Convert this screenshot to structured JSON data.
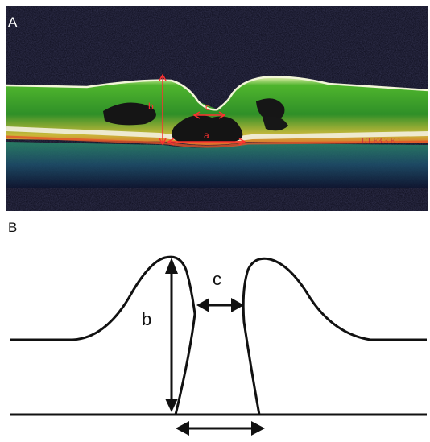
{
  "panels": {
    "top_label": "A",
    "bottom_label": "B"
  },
  "oct_image": {
    "measurement_labels": {
      "a": "a",
      "b": "b",
      "c": "c"
    },
    "edge_text": "1/1 E3 3 E 1",
    "colors": {
      "background": "#0a0a16",
      "retina_green": "#3aa12a",
      "retina_yellow": "#d9c93a",
      "rpe_white": "#f3efe0",
      "cyst_dark": "#141414",
      "measure_red": "#ff3030"
    }
  },
  "schematic": {
    "labels": {
      "b": "b",
      "c": "c"
    },
    "colors": {
      "line": "#111111"
    }
  }
}
